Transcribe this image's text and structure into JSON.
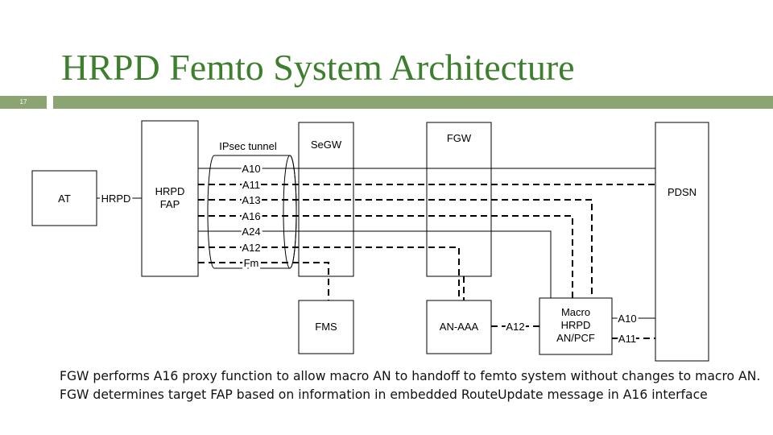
{
  "slide": {
    "title": "HRPD Femto System Architecture",
    "number": "17",
    "caption": "FGW performs A16 proxy function to allow macro AN to handoff to femto system without changes to macro AN. FGW determines target FAP based on information in embedded RouteUpdate message in A16 interface"
  },
  "diagram": {
    "nodes": {
      "at": "AT",
      "fap_line1": "HRPD",
      "fap_line2": "FAP",
      "segw": "SeGW",
      "fgw": "FGW",
      "pdsn": "PDSN",
      "fms": "FMS",
      "an_aaa": "AN-AAA",
      "macro_line1": "Macro",
      "macro_line2": "HRPD",
      "macro_line3": "AN/PCF"
    },
    "ipsec_tunnel": "IPsec tunnel",
    "at_link": "HRPD",
    "tunnel_interfaces": [
      "A10",
      "A11",
      "A13",
      "A16",
      "A24",
      "A12",
      "Fm"
    ],
    "aaa_link": "A12",
    "macro_pdsn_links": [
      "A10",
      "A11"
    ]
  },
  "colors": {
    "title": "#3e7f2e",
    "rule": "#8aa572"
  }
}
